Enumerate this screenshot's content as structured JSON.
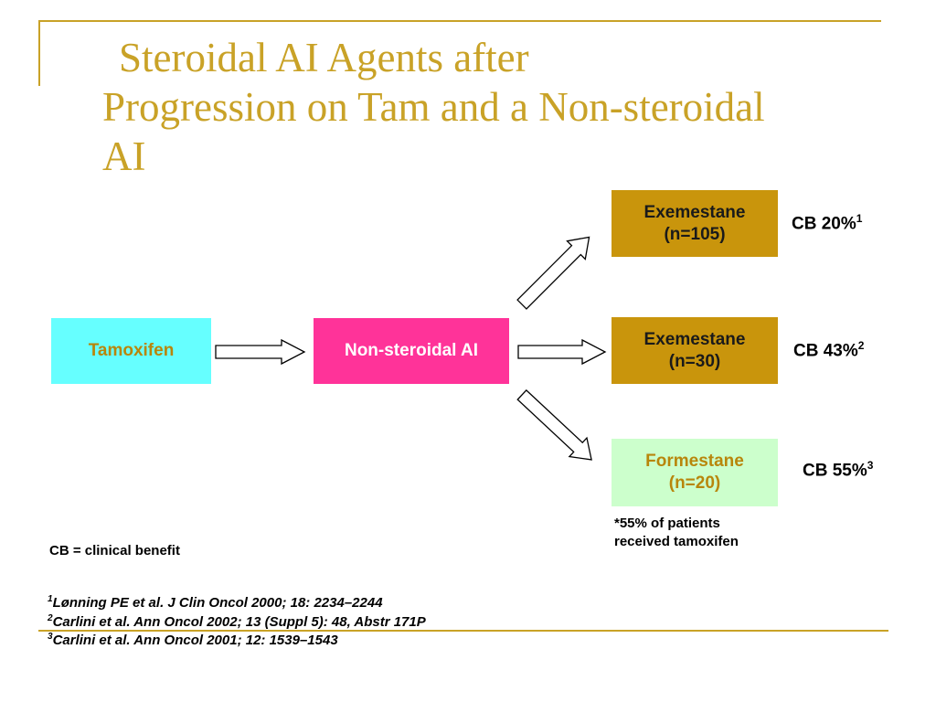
{
  "title": {
    "line1": "Steroidal AI Agents after",
    "line2": "Progression on Tam and a Non-steroidal",
    "line3": "AI"
  },
  "boxes": {
    "tamoxifen": "Tamoxifen",
    "nonsteroidal": "Non-steroidal AI",
    "exemestane1": {
      "name": "Exemestane",
      "n": "(n=105)"
    },
    "exemestane2": {
      "name": "Exemestane",
      "n": "(n=30)"
    },
    "formestane": {
      "name": "Formestane",
      "n": "(n=20)"
    }
  },
  "results": {
    "cb1": {
      "text": "CB 20%",
      "ref": "1"
    },
    "cb2": {
      "text": "CB 43%",
      "ref": "2"
    },
    "cb3": {
      "text": "CB 55%",
      "ref": "3"
    }
  },
  "note": {
    "line1": "*55% of patients",
    "line2": "received tamoxifen"
  },
  "legend": "CB = clinical benefit",
  "references": [
    {
      "num": "1",
      "text": "Lønning PE et al. J Clin Oncol 2000; 18: 2234–2244"
    },
    {
      "num": "2",
      "text": "Carlini et al. Ann Oncol 2002; 13 (Suppl 5): 48, Abstr 171P"
    },
    {
      "num": "3",
      "text": "Carlini et al. Ann Oncol 2001; 12: 1539–1543"
    }
  ],
  "colors": {
    "accent": "#c9a227",
    "tamoxifen_box": "#66ffff",
    "nonsteroidal_box": "#ff3399",
    "exemestane_box": "#c9950c",
    "formestane_box": "#ccffcc"
  }
}
